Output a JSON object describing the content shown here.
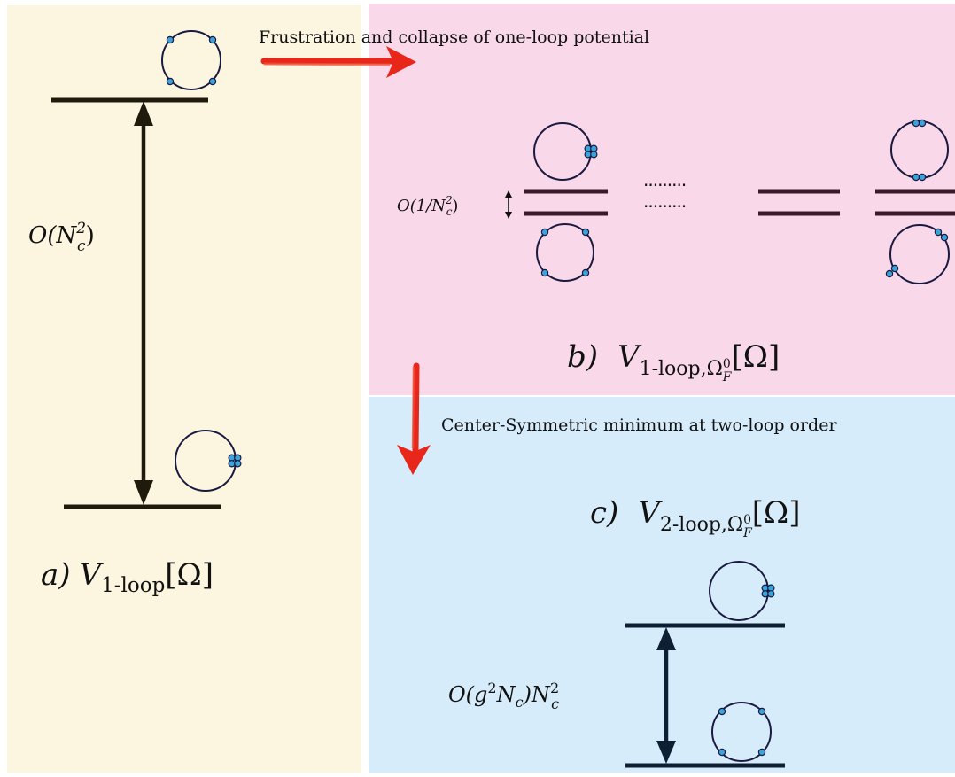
{
  "colors": {
    "panel_a": "#fcf5e0",
    "panel_b": "#f8d8e9",
    "panel_c": "#d6ecfb",
    "level_a": "#1e1a0c",
    "level_b": "#3a1a2a",
    "level_c": "#0d2033",
    "arrow_red": "#e8261a",
    "eigenvalue_dot": "#3aa3dc"
  },
  "panel_a": {
    "gap_label_prefix": "O(N",
    "gap_label_sup": "2",
    "gap_label_sub": "c",
    "gap_label_suffix": ")",
    "label_letter": "a)",
    "label_V": "V",
    "label_sub": "1-loop",
    "label_arg": "[Ω]"
  },
  "arrow_top": {
    "caption": "Frustration and collapse of one-loop potential"
  },
  "panel_b": {
    "gap_label_prefix": "O(1/N",
    "gap_label_sup": "2",
    "gap_label_sub": "c",
    "gap_label_suffix": ")",
    "ellipsis_top": "·········",
    "ellipsis_bottom": "·········",
    "label_letter": "b)",
    "label_V": "V",
    "label_sub": "1-loop,Ω",
    "label_sub_sup": "0",
    "label_sub_sub": "F",
    "label_arg": "[Ω]"
  },
  "arrow_down": {
    "caption": "Center-Symmetric minimum at two-loop order"
  },
  "panel_c": {
    "label_letter": "c)",
    "label_V": "V",
    "label_sub": "2-loop,Ω",
    "label_sub_sup": "0",
    "label_sub_sub": "F",
    "label_arg": "[Ω]",
    "gap_label_prefix": "O(g",
    "gap_label_sup1": "2",
    "gap_label_mid": "N",
    "gap_label_sub1": "c",
    "gap_label_close": ")N",
    "gap_label_sup2": "2",
    "gap_label_sub2": "c"
  }
}
